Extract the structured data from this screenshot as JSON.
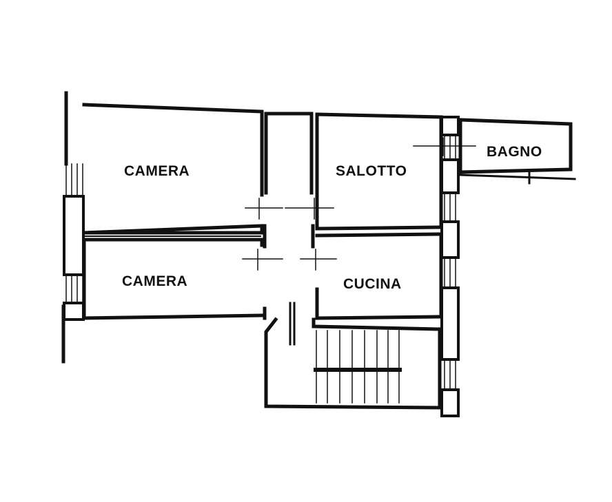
{
  "rooms": {
    "camera_top": "CAMERA",
    "camera_bottom": "CAMERA",
    "salotto": "SALOTTO",
    "cucina": "CUCINA",
    "bagno": "BAGNO"
  },
  "icons": {
    "door_swing": "door-swing-icon",
    "window": "window-icon",
    "stairs": "stairs-icon",
    "radiator": "radiator-icon"
  },
  "colors": {
    "wall": "#111111",
    "background": "#ffffff"
  }
}
